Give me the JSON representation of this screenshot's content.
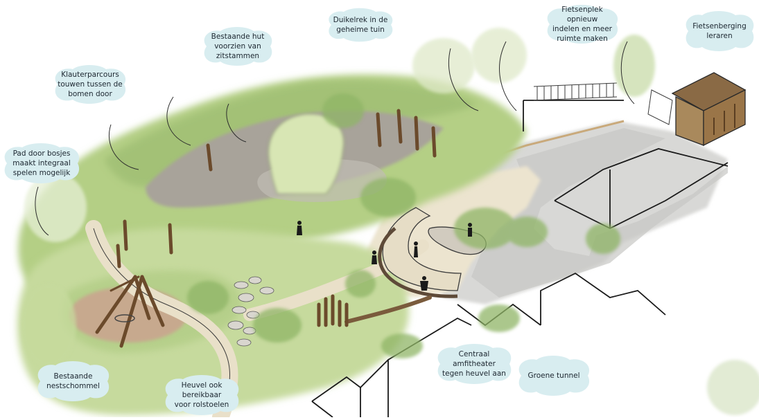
{
  "labels": {
    "climbing_course": "Klauterparcours\ntouwen tussen de\nbomen door",
    "existing_hut": "Bestaande hut\nvoorzien van\nzitstammen",
    "chin_up_bar": "Duikelrek in de\ngeheime tuin",
    "bike_area": "Fietsenplek opnieuw\nindelen en meer\nruimte maken",
    "teacher_bike_shed": "Fietsenberging\nleraren",
    "path_through_bushes": "Pad door bosjes\nmaakt integraal\nspelen mogelijk",
    "nest_swing": "Bestaande\nnestschommel",
    "hill_accessible": "Heuvel ook bereikbaar\nvoor rolstoelen",
    "amphitheater": "Centraal amfitheater\ntegen heuvel aan",
    "green_tunnel": "Groene tunnel"
  },
  "colors": {
    "cloud_fill": "#d8edf0",
    "label_text": "#1c2630",
    "foliage": "#a9c77b",
    "foliage_dark": "#7fa55a",
    "gravel": "#a9a49b",
    "path_sand": "#e9dfc8",
    "pavement": "#d4d4d4",
    "wood": "#6e4d2e"
  }
}
